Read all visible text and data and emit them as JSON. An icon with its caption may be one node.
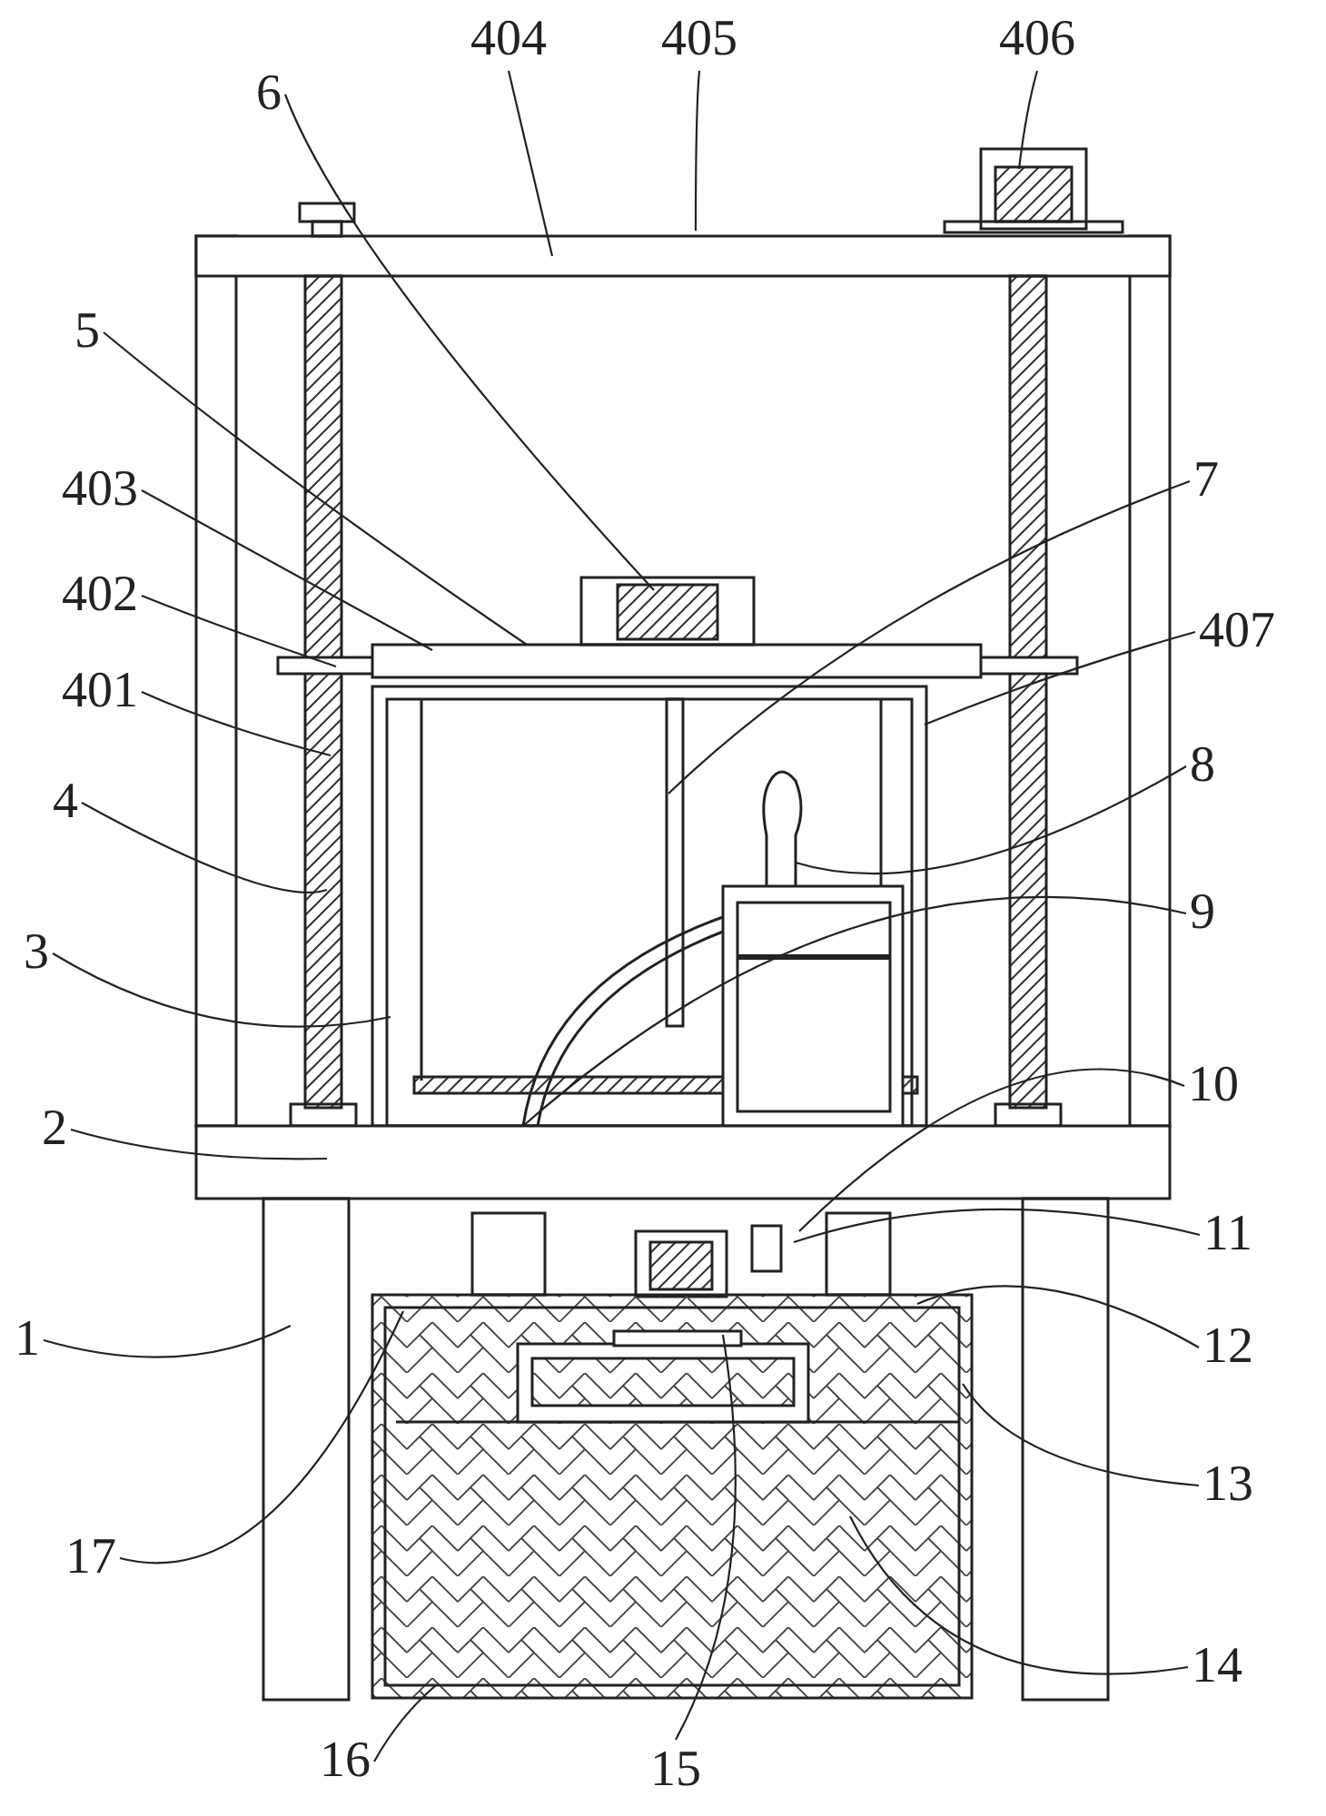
{
  "diagram": {
    "nodes": [
      {
        "text": [
          "404"
        ]
      },
      {
        "text": [
          "405"
        ]
      },
      {
        "text": [
          "406"
        ]
      },
      {
        "text": [
          "6"
        ]
      },
      {
        "text": [
          "5"
        ]
      },
      {
        "text": [
          "7"
        ]
      },
      {
        "text": [
          "403"
        ]
      },
      {
        "text": [
          "402"
        ]
      },
      {
        "text": [
          "407"
        ]
      },
      {
        "text": [
          "401"
        ]
      },
      {
        "text": [
          "8"
        ]
      },
      {
        "text": [
          "4"
        ]
      },
      {
        "text": [
          "9"
        ]
      },
      {
        "text": [
          "3"
        ]
      },
      {
        "text": [
          "10"
        ]
      },
      {
        "text": [
          "2"
        ]
      },
      {
        "text": [
          "11"
        ]
      },
      {
        "text": [
          "1"
        ]
      },
      {
        "text": [
          "12"
        ]
      },
      {
        "text": [
          "13"
        ]
      },
      {
        "text": [
          "17"
        ]
      },
      {
        "text": [
          "14"
        ]
      },
      {
        "text": [
          "16"
        ]
      },
      {
        "text": [
          "15"
        ]
      }
    ],
    "edges": [
      {
        "from": 0,
        "to": null,
        "arrow": "none"
      },
      {
        "from": 1,
        "to": null,
        "arrow": "none"
      },
      {
        "from": 2,
        "to": null,
        "arrow": "none"
      },
      {
        "from": 3,
        "to": null,
        "arrow": "none"
      },
      {
        "from": 4,
        "to": null,
        "arrow": "none"
      },
      {
        "from": 5,
        "to": null,
        "arrow": "none"
      },
      {
        "from": 6,
        "to": null,
        "arrow": "none"
      },
      {
        "from": 7,
        "to": null,
        "arrow": "none"
      },
      {
        "from": 8,
        "to": null,
        "arrow": "none"
      },
      {
        "from": 9,
        "to": null,
        "arrow": "none"
      },
      {
        "from": 10,
        "to": null,
        "arrow": "none"
      },
      {
        "from": 11,
        "to": null,
        "arrow": "none"
      },
      {
        "from": 12,
        "to": null,
        "arrow": "none"
      },
      {
        "from": 13,
        "to": null,
        "arrow": "none"
      },
      {
        "from": 14,
        "to": null,
        "arrow": "none"
      },
      {
        "from": 15,
        "to": null,
        "arrow": "none"
      },
      {
        "from": 16,
        "to": null,
        "arrow": "none"
      },
      {
        "from": 17,
        "to": null,
        "arrow": "none"
      },
      {
        "from": 18,
        "to": null,
        "arrow": "none"
      },
      {
        "from": 19,
        "to": null,
        "arrow": "none"
      },
      {
        "from": 20,
        "to": null,
        "arrow": "none"
      },
      {
        "from": 21,
        "to": null,
        "arrow": "none"
      },
      {
        "from": 22,
        "to": null,
        "arrow": "none"
      },
      {
        "from": 23,
        "to": null,
        "arrow": "none"
      }
    ]
  }
}
